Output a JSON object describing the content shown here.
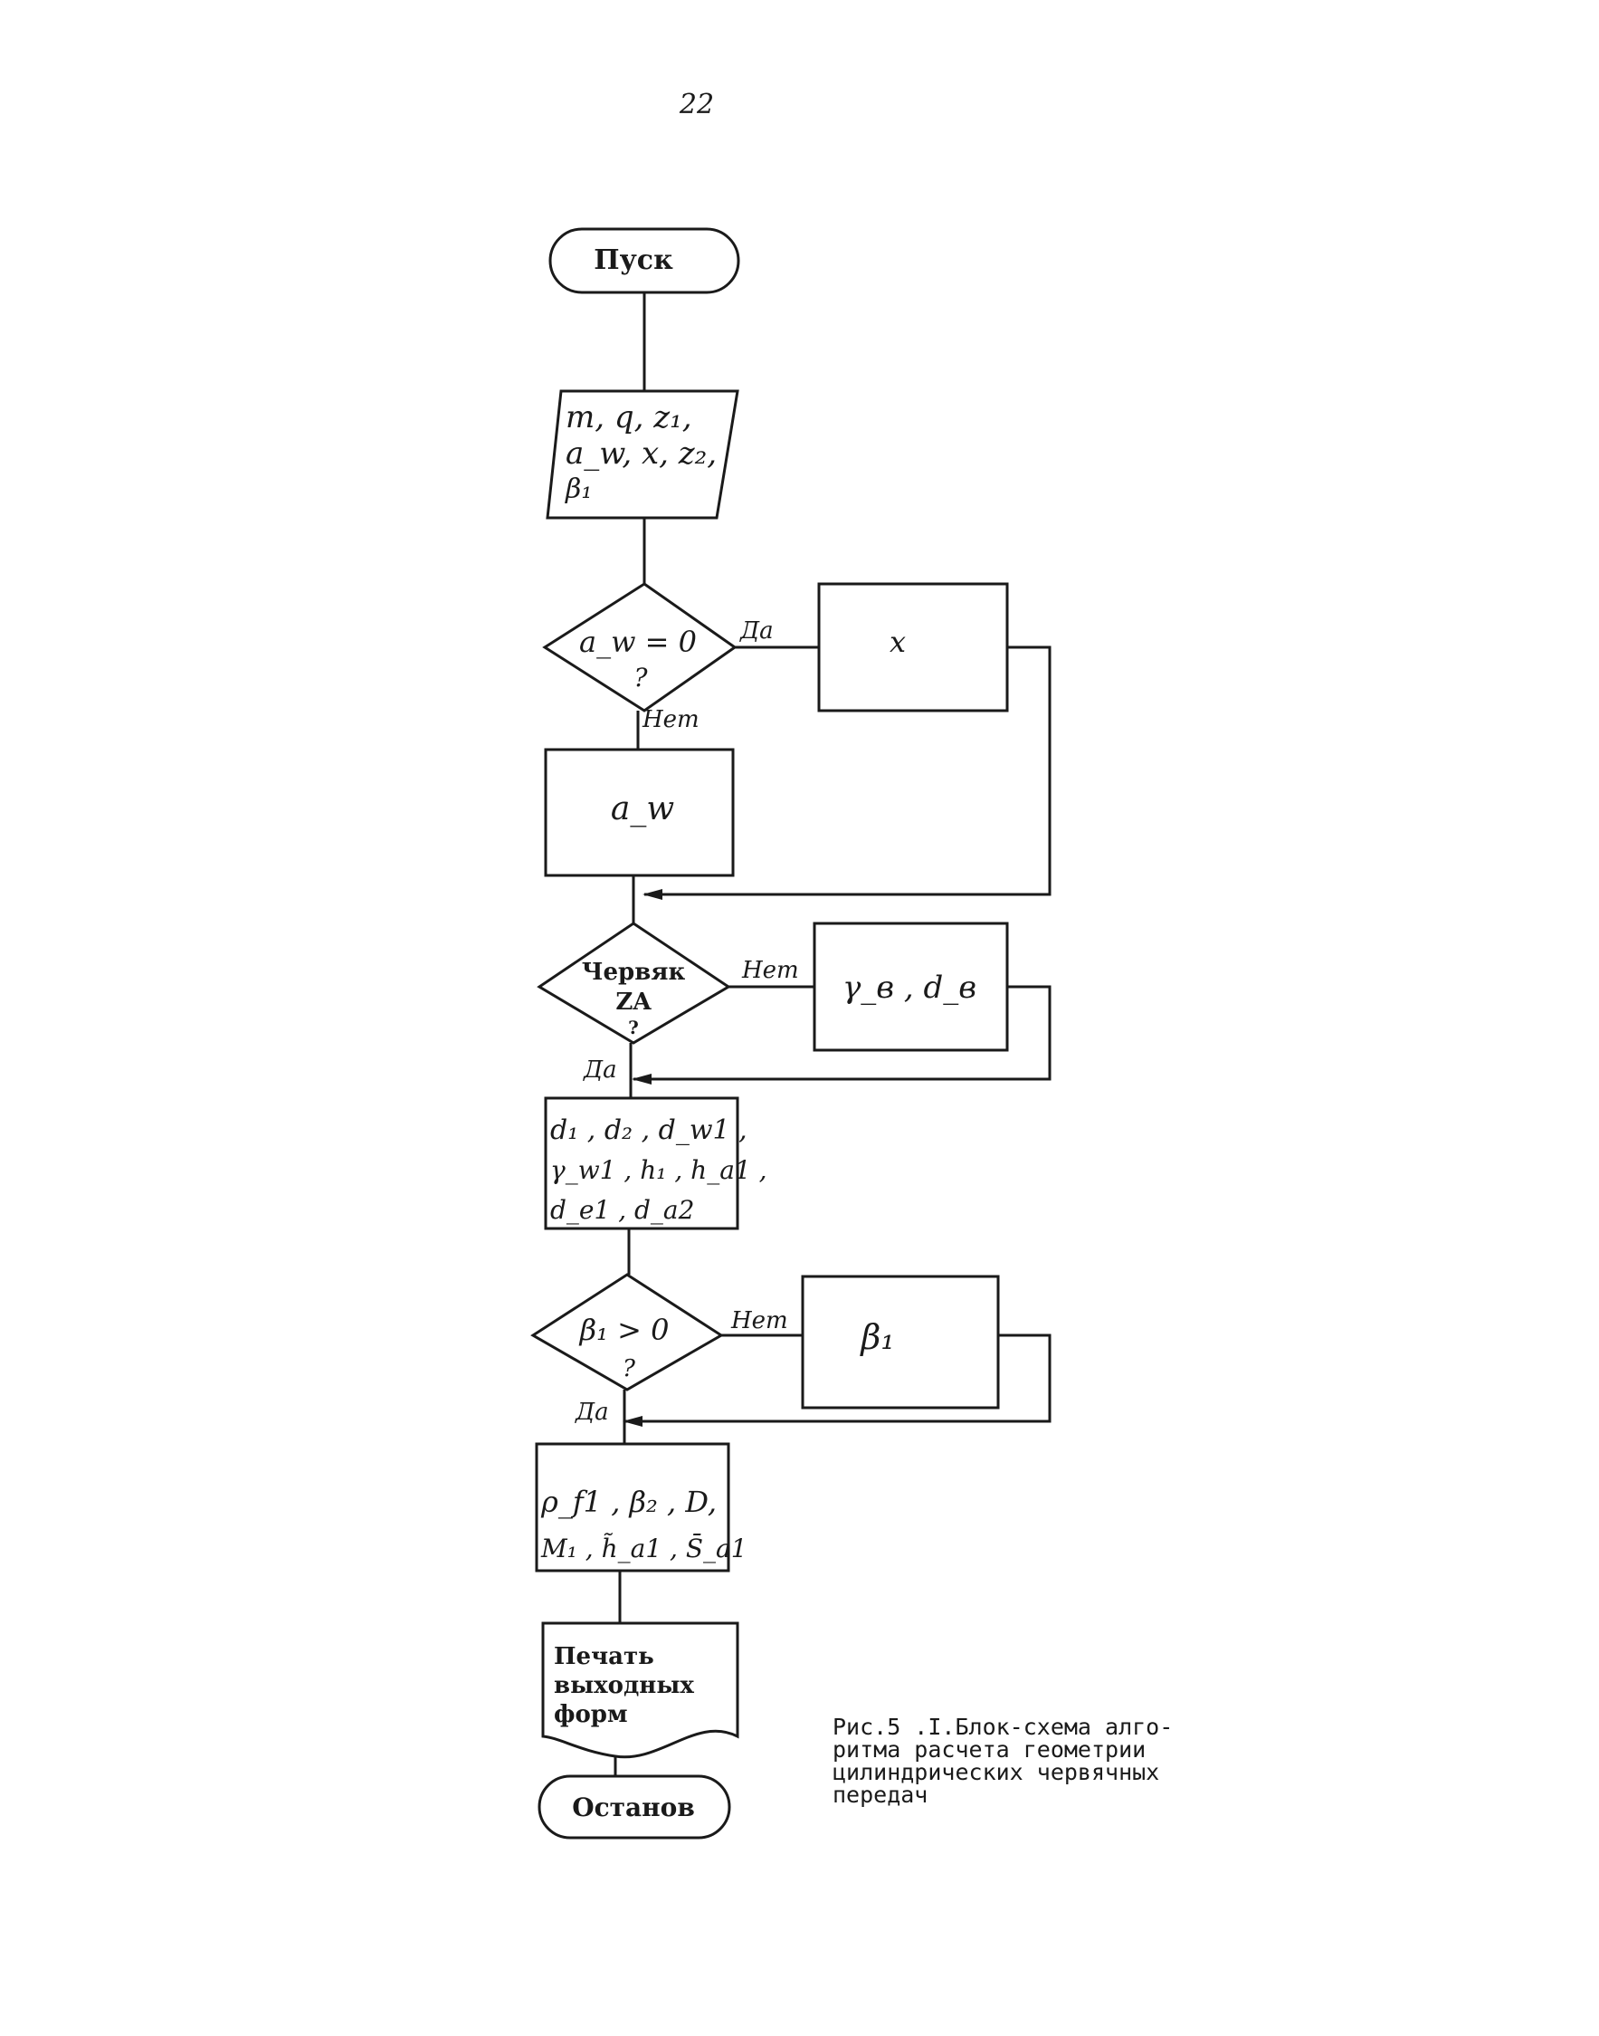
{
  "page_number": "22",
  "nodes": {
    "start": "Пуск",
    "input": [
      "m, q, z₁,",
      "a_w, x, z₂,",
      "β₁"
    ],
    "decision_aw": [
      "a_w = 0",
      "?"
    ],
    "process_x": "x",
    "process_aw": "a_w",
    "decision_worm": [
      "Червяк",
      "ZA",
      "?"
    ],
    "process_gamma_d": "γ_в , d_в",
    "process_geometry": [
      "d₁ , d₂ , d_w1 ,",
      "γ_w1 , h₁ , h_a1 ,",
      "d_e1 , d_a2"
    ],
    "decision_b": [
      "β₁ > 0",
      "?"
    ],
    "process_b": "β₁",
    "process_final": [
      "ρ_f1 , β₂ , D,",
      "M₁ , h̃_a1 , S̄_a1"
    ],
    "print_output": [
      "Печать",
      "выходных",
      "форм"
    ],
    "stop": "Останов"
  },
  "labels": {
    "yes_1": "Да",
    "no_1": "Нет",
    "no_2": "Нет",
    "yes_2": "Да",
    "no_3": "Нет",
    "yes_3": "Да"
  },
  "caption": [
    "Рис.5 .I.Блок-схема алго-",
    "ритма расчета геометрии",
    "цилиндрических червячных",
    "передач"
  ]
}
